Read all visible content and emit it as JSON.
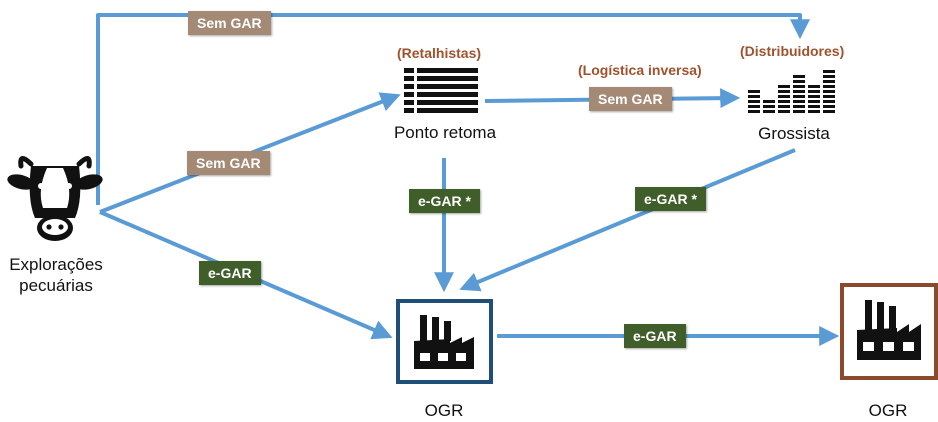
{
  "nodes": {
    "farms": {
      "label_line1": "Explorações",
      "label_line2": "pecuárias",
      "icon": "cow-icon"
    },
    "retailers": {
      "role": "(Retalhistas)",
      "label": "Ponto retoma",
      "icon": "list-icon"
    },
    "wholesaler": {
      "role": "(Distribuidores)",
      "label": "Grossista",
      "icon": "bar-levels-icon"
    },
    "ogr_center": {
      "label": "OGR",
      "icon": "factory-icon"
    },
    "ogr_right": {
      "label": "OGR",
      "icon": "factory-icon"
    }
  },
  "edges": {
    "farms_to_wholesaler": {
      "tag": "Sem GAR",
      "type": "sem"
    },
    "farms_to_retailers": {
      "tag": "Sem GAR",
      "type": "sem"
    },
    "retailers_to_wholesaler": {
      "tag": "Sem GAR",
      "note": "(Logística inversa)",
      "type": "sem"
    },
    "retailers_to_ogr": {
      "tag": "e-GAR *",
      "type": "egar"
    },
    "wholesaler_to_ogr": {
      "tag": "e-GAR *",
      "type": "egar"
    },
    "farms_to_ogr": {
      "tag": "e-GAR",
      "type": "egar"
    },
    "ogr_to_ogr": {
      "tag": "e-GAR",
      "type": "egar"
    }
  },
  "colors": {
    "arrow": "#5b9bd5",
    "sem_gar_tag": "#a48a75",
    "e_gar_tag": "#3f5e29",
    "role_text": "#a0522d",
    "ogr_center_border": "#1f4e79",
    "ogr_right_border": "#8b4a2b"
  }
}
